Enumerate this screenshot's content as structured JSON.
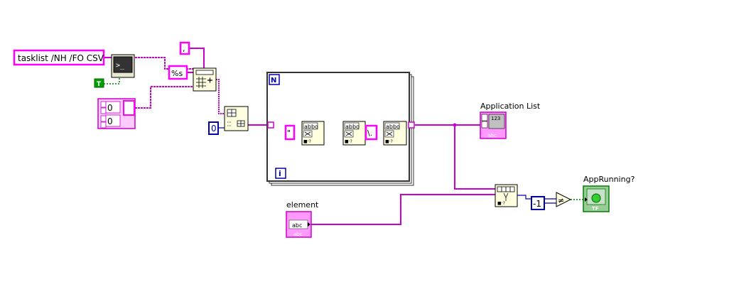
{
  "colors": {
    "string_wire": "#cc00cc",
    "string_fill": "#ff66ff",
    "numeric_blue": "#0000aa",
    "boolean_green": "#008000",
    "led_green": "#33cc33",
    "background": "#ffffff"
  },
  "constants": {
    "command": "tasklist /NH /FO CSV",
    "true_const": "T",
    "format": "%s",
    "delimiter": ",",
    "index_zero": "0",
    "quote": "\"",
    "escaped": "\\.",
    "minus_one": "-1",
    "array_index_1": "0",
    "array_index_2": "0"
  },
  "loop": {
    "count_terminal": "N",
    "iteration_terminal": "i"
  },
  "indicators": {
    "application_list_label": "Application List",
    "app_running_label": "AppRunning?",
    "element_label": "element"
  },
  "glyphs": {
    "abc": "abc",
    "abc_small": "abc",
    "num_123": "123",
    "tf": "TF",
    "not_equal": "≠",
    "abbo": "abbo",
    "prompt": ">_"
  }
}
